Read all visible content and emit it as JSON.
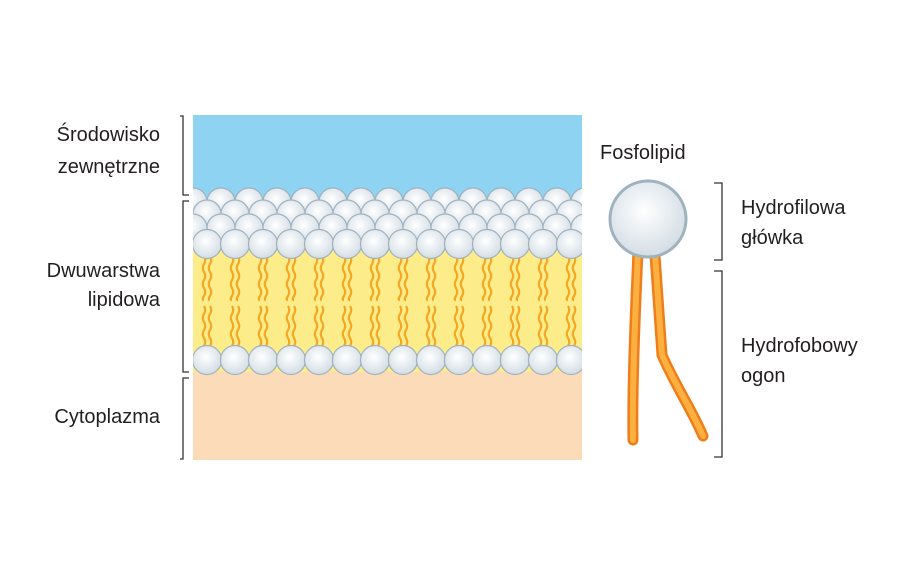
{
  "labels": {
    "outside_line1": "Środowisko",
    "outside_line2": "zewnętrzne",
    "bilayer_line1": "Dwuwarstwa",
    "bilayer_line2": "lipidowa",
    "cytoplasm": "Cytoplazma",
    "phospholipid": "Fosfolipid",
    "head_line1": "Hydrofilowa",
    "head_line2": "główka",
    "tail_line1": "Hydrofobowy",
    "tail_line2": "ogon"
  },
  "colors": {
    "outside": "#8fd3f2",
    "bilayer": "#fdec8a",
    "cytoplasm": "#fcdcb8",
    "head_fill": "#e6edf2",
    "head_stroke": "#9fb2bf",
    "tail_outer": "#f07d1a",
    "tail_inner": "#fbb040"
  }
}
